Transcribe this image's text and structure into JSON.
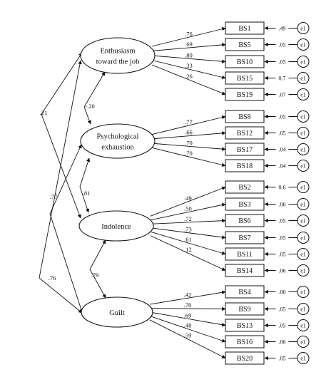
{
  "factors": [
    {
      "id": "enthusiasm",
      "label_lines": [
        "Enthusiasm",
        "toward the job"
      ]
    },
    {
      "id": "psych",
      "label_lines": [
        "Psychological",
        "exhaustion"
      ]
    },
    {
      "id": "indolence",
      "label_lines": [
        "Indolence"
      ]
    },
    {
      "id": "guilt",
      "label_lines": [
        "Guilt"
      ]
    }
  ],
  "indicators": [
    {
      "name": "BS1",
      "factor": "enthusiasm",
      "loading": ".76",
      "error_value": ".49"
    },
    {
      "name": "BS5",
      "factor": "enthusiasm",
      "loading": ".69",
      "error_value": ".05"
    },
    {
      "name": "BS10",
      "factor": "enthusiasm",
      "loading": ".80",
      "error_value": ".05"
    },
    {
      "name": "BS15",
      "factor": "enthusiasm",
      "loading": ".33",
      "error_value": "0.7"
    },
    {
      "name": "BS19",
      "factor": "enthusiasm",
      "loading": ".26",
      "error_value": ".07"
    },
    {
      "name": "BS8",
      "factor": "psych",
      "loading": ".77",
      "error_value": ".05"
    },
    {
      "name": "BS12",
      "factor": "psych",
      "loading": ".66",
      "error_value": ".05"
    },
    {
      "name": "BS17",
      "factor": "psych",
      "loading": ".70",
      "error_value": ".04"
    },
    {
      "name": "BS18",
      "factor": "psych",
      "loading": ".70",
      "error_value": ".04"
    },
    {
      "name": "BS2",
      "factor": "indolence",
      "loading": ".49",
      "error_value": "0.6"
    },
    {
      "name": "BS3",
      "factor": "indolence",
      "loading": ".50",
      "error_value": ".06"
    },
    {
      "name": "BS6",
      "factor": "indolence",
      "loading": ".72",
      "error_value": ".05"
    },
    {
      "name": "BS7",
      "factor": "indolence",
      "loading": ".73",
      "error_value": ".05"
    },
    {
      "name": "BS11",
      "factor": "indolence",
      "loading": ".61",
      "error_value": ".05"
    },
    {
      "name": "BS14",
      "factor": "indolence",
      "loading": ".12",
      "error_value": ".06"
    },
    {
      "name": "BS4",
      "factor": "guilt",
      "loading": ".42",
      "error_value": ".06"
    },
    {
      "name": "BS9",
      "factor": "guilt",
      "loading": ".70",
      "error_value": ".05"
    },
    {
      "name": "BS13",
      "factor": "guilt",
      "loading": ".69",
      "error_value": ".05"
    },
    {
      "name": "BS16",
      "factor": "guilt",
      "loading": ".48",
      "error_value": ".06"
    },
    {
      "name": "BS20",
      "factor": "guilt",
      "loading": ".59",
      "error_value": ".05"
    }
  ],
  "error_label": "e1",
  "correlations": [
    {
      "from": "enthusiasm",
      "to": "psych",
      "value": "-.20"
    },
    {
      "from": "psych",
      "to": "indolence",
      "value": ".81"
    },
    {
      "from": "indolence",
      "to": "guilt",
      "value": ".79"
    },
    {
      "from": "enthusiasm",
      "to": "indolence",
      "value": ".21"
    },
    {
      "from": "psych",
      "to": "guilt",
      "value": ".77"
    },
    {
      "from": "enthusiasm",
      "to": "guilt",
      "value": ".76"
    }
  ]
}
